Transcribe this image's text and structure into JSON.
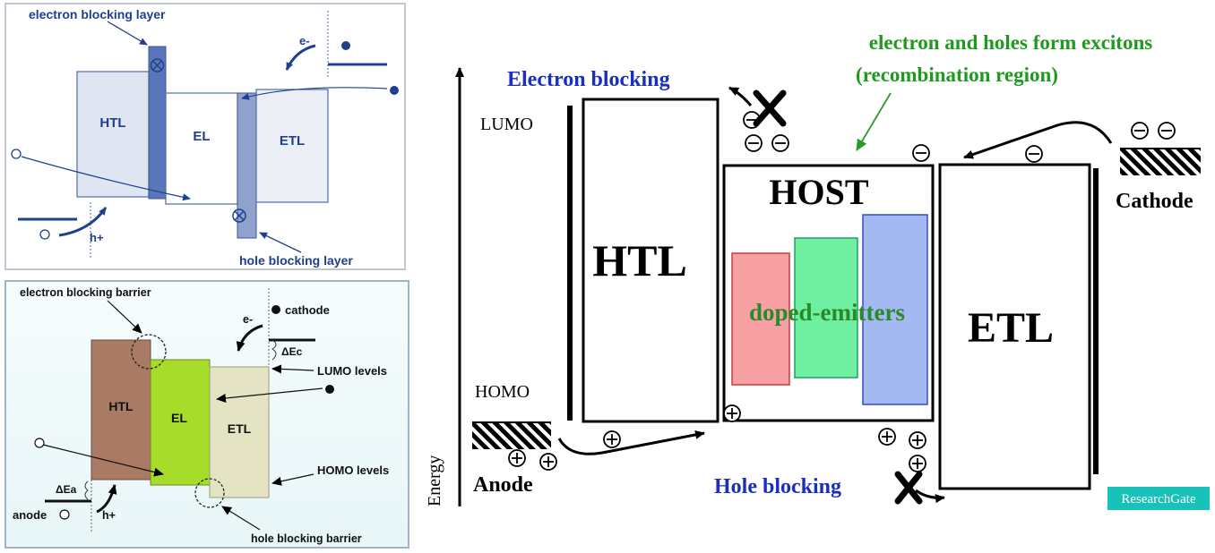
{
  "panel_a": {
    "electron_blocking_layer": "electron blocking layer",
    "hole_blocking_layer": "hole blocking layer",
    "htl": "HTL",
    "el": "EL",
    "etl": "ETL",
    "electron": "e-",
    "hole": "h+"
  },
  "panel_b": {
    "electron_blocking_barrier": "electron blocking barrier",
    "hole_blocking_barrier": "hole blocking barrier",
    "cathode": "cathode",
    "anode": "anode",
    "lumo_levels": "LUMO levels",
    "homo_levels": "HOMO levels",
    "delta_ec": "ΔEc",
    "delta_ea": "ΔEa",
    "htl": "HTL",
    "el": "EL",
    "etl": "ETL",
    "electron": "e-",
    "hole": "h+"
  },
  "panel_c": {
    "energy": "Energy",
    "lumo": "LUMO",
    "homo": "HOMO",
    "electron_blocking": "Electron blocking",
    "hole_blocking": "Hole blocking",
    "excitons_line1": "electron and holes form excitons",
    "excitons_line2": "(recombination region)",
    "htl": "HTL",
    "host": "HOST",
    "doped_emitters": "doped-emitters",
    "etl": "ETL",
    "anode": "Anode",
    "cathode": "Cathode",
    "watermark": "ResearchGate"
  },
  "colors": {
    "panel_a_text": "#1f3f8f",
    "panel_b_htl": "#a97a64",
    "panel_b_el": "#a8dc2a",
    "panel_b_etl": "#e4e4c4",
    "emitter_red": "#f6a0a4",
    "emitter_green": "#6ef0a0",
    "emitter_blue": "#a4b8f2",
    "blocking_label": "#1a2fc0",
    "exciton_label": "#1e9a1e",
    "doped_label": "#2a8a2a",
    "watermark_bg": "#19c2b8"
  }
}
